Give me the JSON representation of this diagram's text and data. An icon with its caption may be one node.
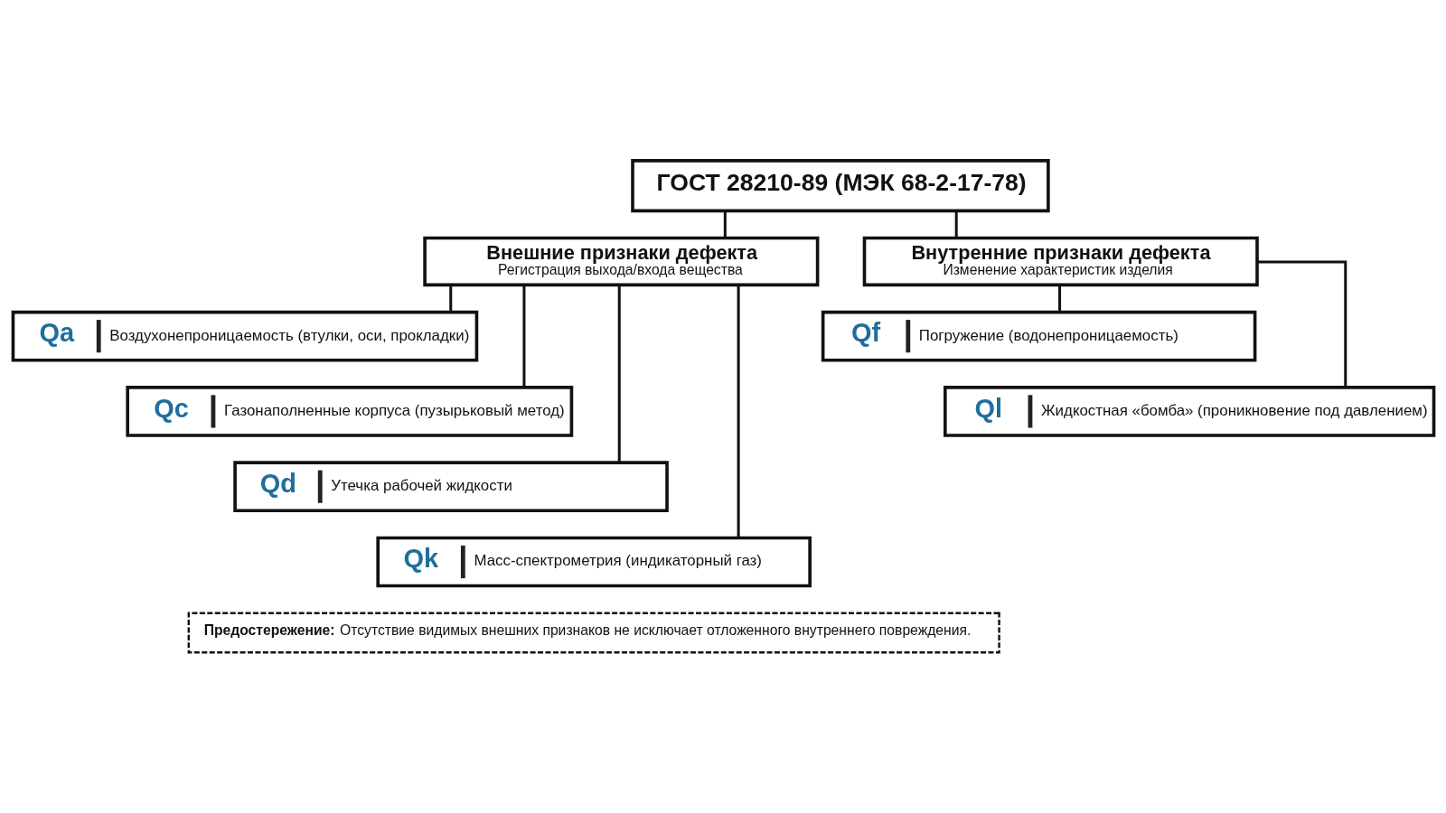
{
  "diagram": {
    "nodes": [
      {
        "text": [
          "ГОСТ 28210-89 (МЭК 68-2-17-78)"
        ]
      },
      {
        "text": [
          "Внешние признаки дефекта",
          "Регистрация выхода/входа вещества"
        ]
      },
      {
        "text": [
          "Внутренние признаки дефекта",
          "Изменение характеристик изделия"
        ]
      },
      {
        "text": [
          "Qa",
          "Воздухонепроницаемость (втулки, оси, прокладки)"
        ]
      },
      {
        "text": [
          "Qc",
          "Газонаполненные корпуса (пузырьковый метод)"
        ]
      },
      {
        "text": [
          "Qd",
          "Утечка рабочей жидкости"
        ]
      },
      {
        "text": [
          "Qk",
          "Масс-спектрометрия (индикаторный газ)"
        ]
      },
      {
        "text": [
          "Qf",
          "Погружение (водонепроницаемость)"
        ]
      },
      {
        "text": [
          "Ql",
          "Жидкостная «бомба» (проникновение под давлением)"
        ]
      },
      {
        "text": [
          "**Предостережение:** Отсутствие видимых внешних признаков не исключает отложенного внутреннего повреждения."
        ]
      }
    ],
    "edges": [
      {
        "from": 0,
        "to": 1,
        "arrow": "none"
      },
      {
        "from": 0,
        "to": 2,
        "arrow": "none"
      },
      {
        "from": 1,
        "to": 3,
        "arrow": "none"
      },
      {
        "from": 1,
        "to": 4,
        "arrow": "none"
      },
      {
        "from": 1,
        "to": 5,
        "arrow": "none"
      },
      {
        "from": 1,
        "to": 6,
        "arrow": "none"
      },
      {
        "from": 2,
        "to": 7,
        "arrow": "none"
      },
      {
        "from": 2,
        "to": 8,
        "arrow": "none"
      }
    ]
  }
}
